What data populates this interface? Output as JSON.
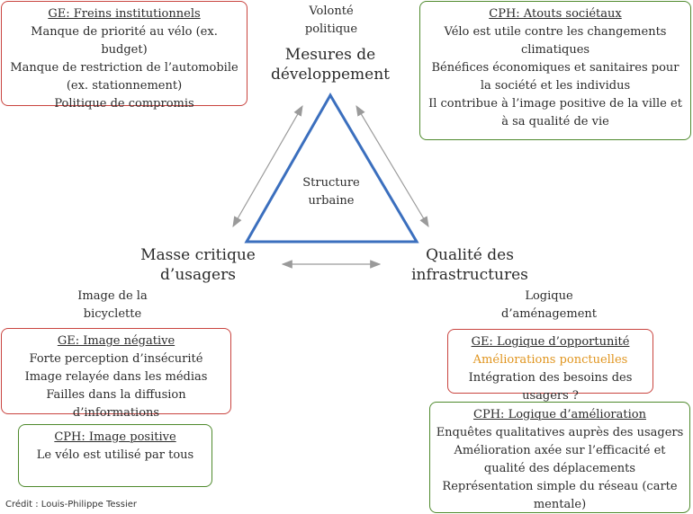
{
  "top_left_box": {
    "title": "GE: Freins institutionnels",
    "lines": [
      "Manque de priorité au vélo (ex. budget)",
      "Manque de restriction de l’automobile (ex. stationnement)",
      "Politique de compromis"
    ]
  },
  "top_right_box": {
    "title": "CPH: Atouts sociétaux",
    "lines": [
      "Vélo est utile contre les changements climatiques",
      "Bénéfices économiques et sanitaires pour la société et les individus",
      "Il contribue à l’image positive de la ville et à sa qualité de vie"
    ]
  },
  "top_label": "Volonté politique",
  "top_vertex": "Mesures de développement",
  "center_label": "Structure urbaine",
  "left_vertex": "Masse critique d’usagers",
  "right_vertex": "Qualité des infrastructures",
  "left_label": "Image de la bicyclette",
  "right_label": "Logique d’aménagement",
  "ge_image_box": {
    "title": "GE: Image négative",
    "lines": [
      "Forte perception d’insécurité",
      "Image relayée dans les médias",
      "Failles dans la diffusion d’informations"
    ]
  },
  "cph_image_box": {
    "title": "CPH: Image positive",
    "lines": [
      "Le vélo est utilisé par tous"
    ]
  },
  "ge_logic_box": {
    "title": "GE: Logique d’opportunité",
    "highlight": "Améliorations ponctuelles",
    "lines": [
      "Intégration des besoins des usagers ?"
    ]
  },
  "cph_logic_box": {
    "title": "CPH: Logique d’amélioration",
    "lines": [
      "Enquêtes qualitatives auprès des usagers",
      "Amélioration axée sur l’efficacité et qualité des déplacements",
      "Représentation simple du réseau (carte mentale)"
    ]
  },
  "credit": "Crédit : Louis-Philippe Tessier",
  "colors": {
    "red_border": "#c9443f",
    "green_border": "#4f8a2d",
    "triangle": "#3b6fbe",
    "arrow": "#9a9a9a",
    "highlight": "#e0951f"
  }
}
